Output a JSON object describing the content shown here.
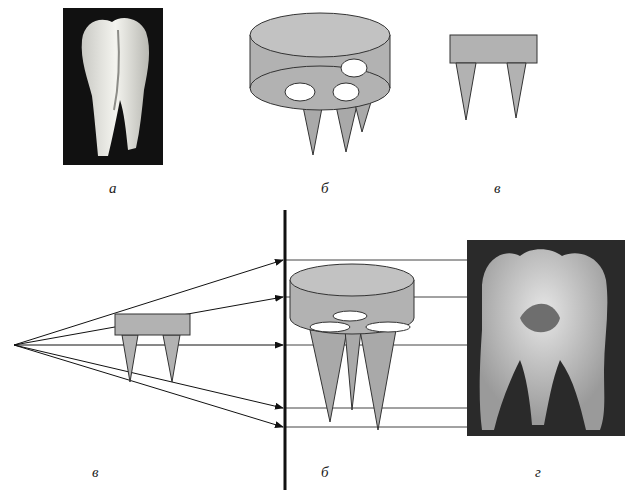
{
  "diagram": {
    "labels": [
      "а",
      "б",
      "в",
      "в",
      "б",
      "г"
    ]
  }
}
